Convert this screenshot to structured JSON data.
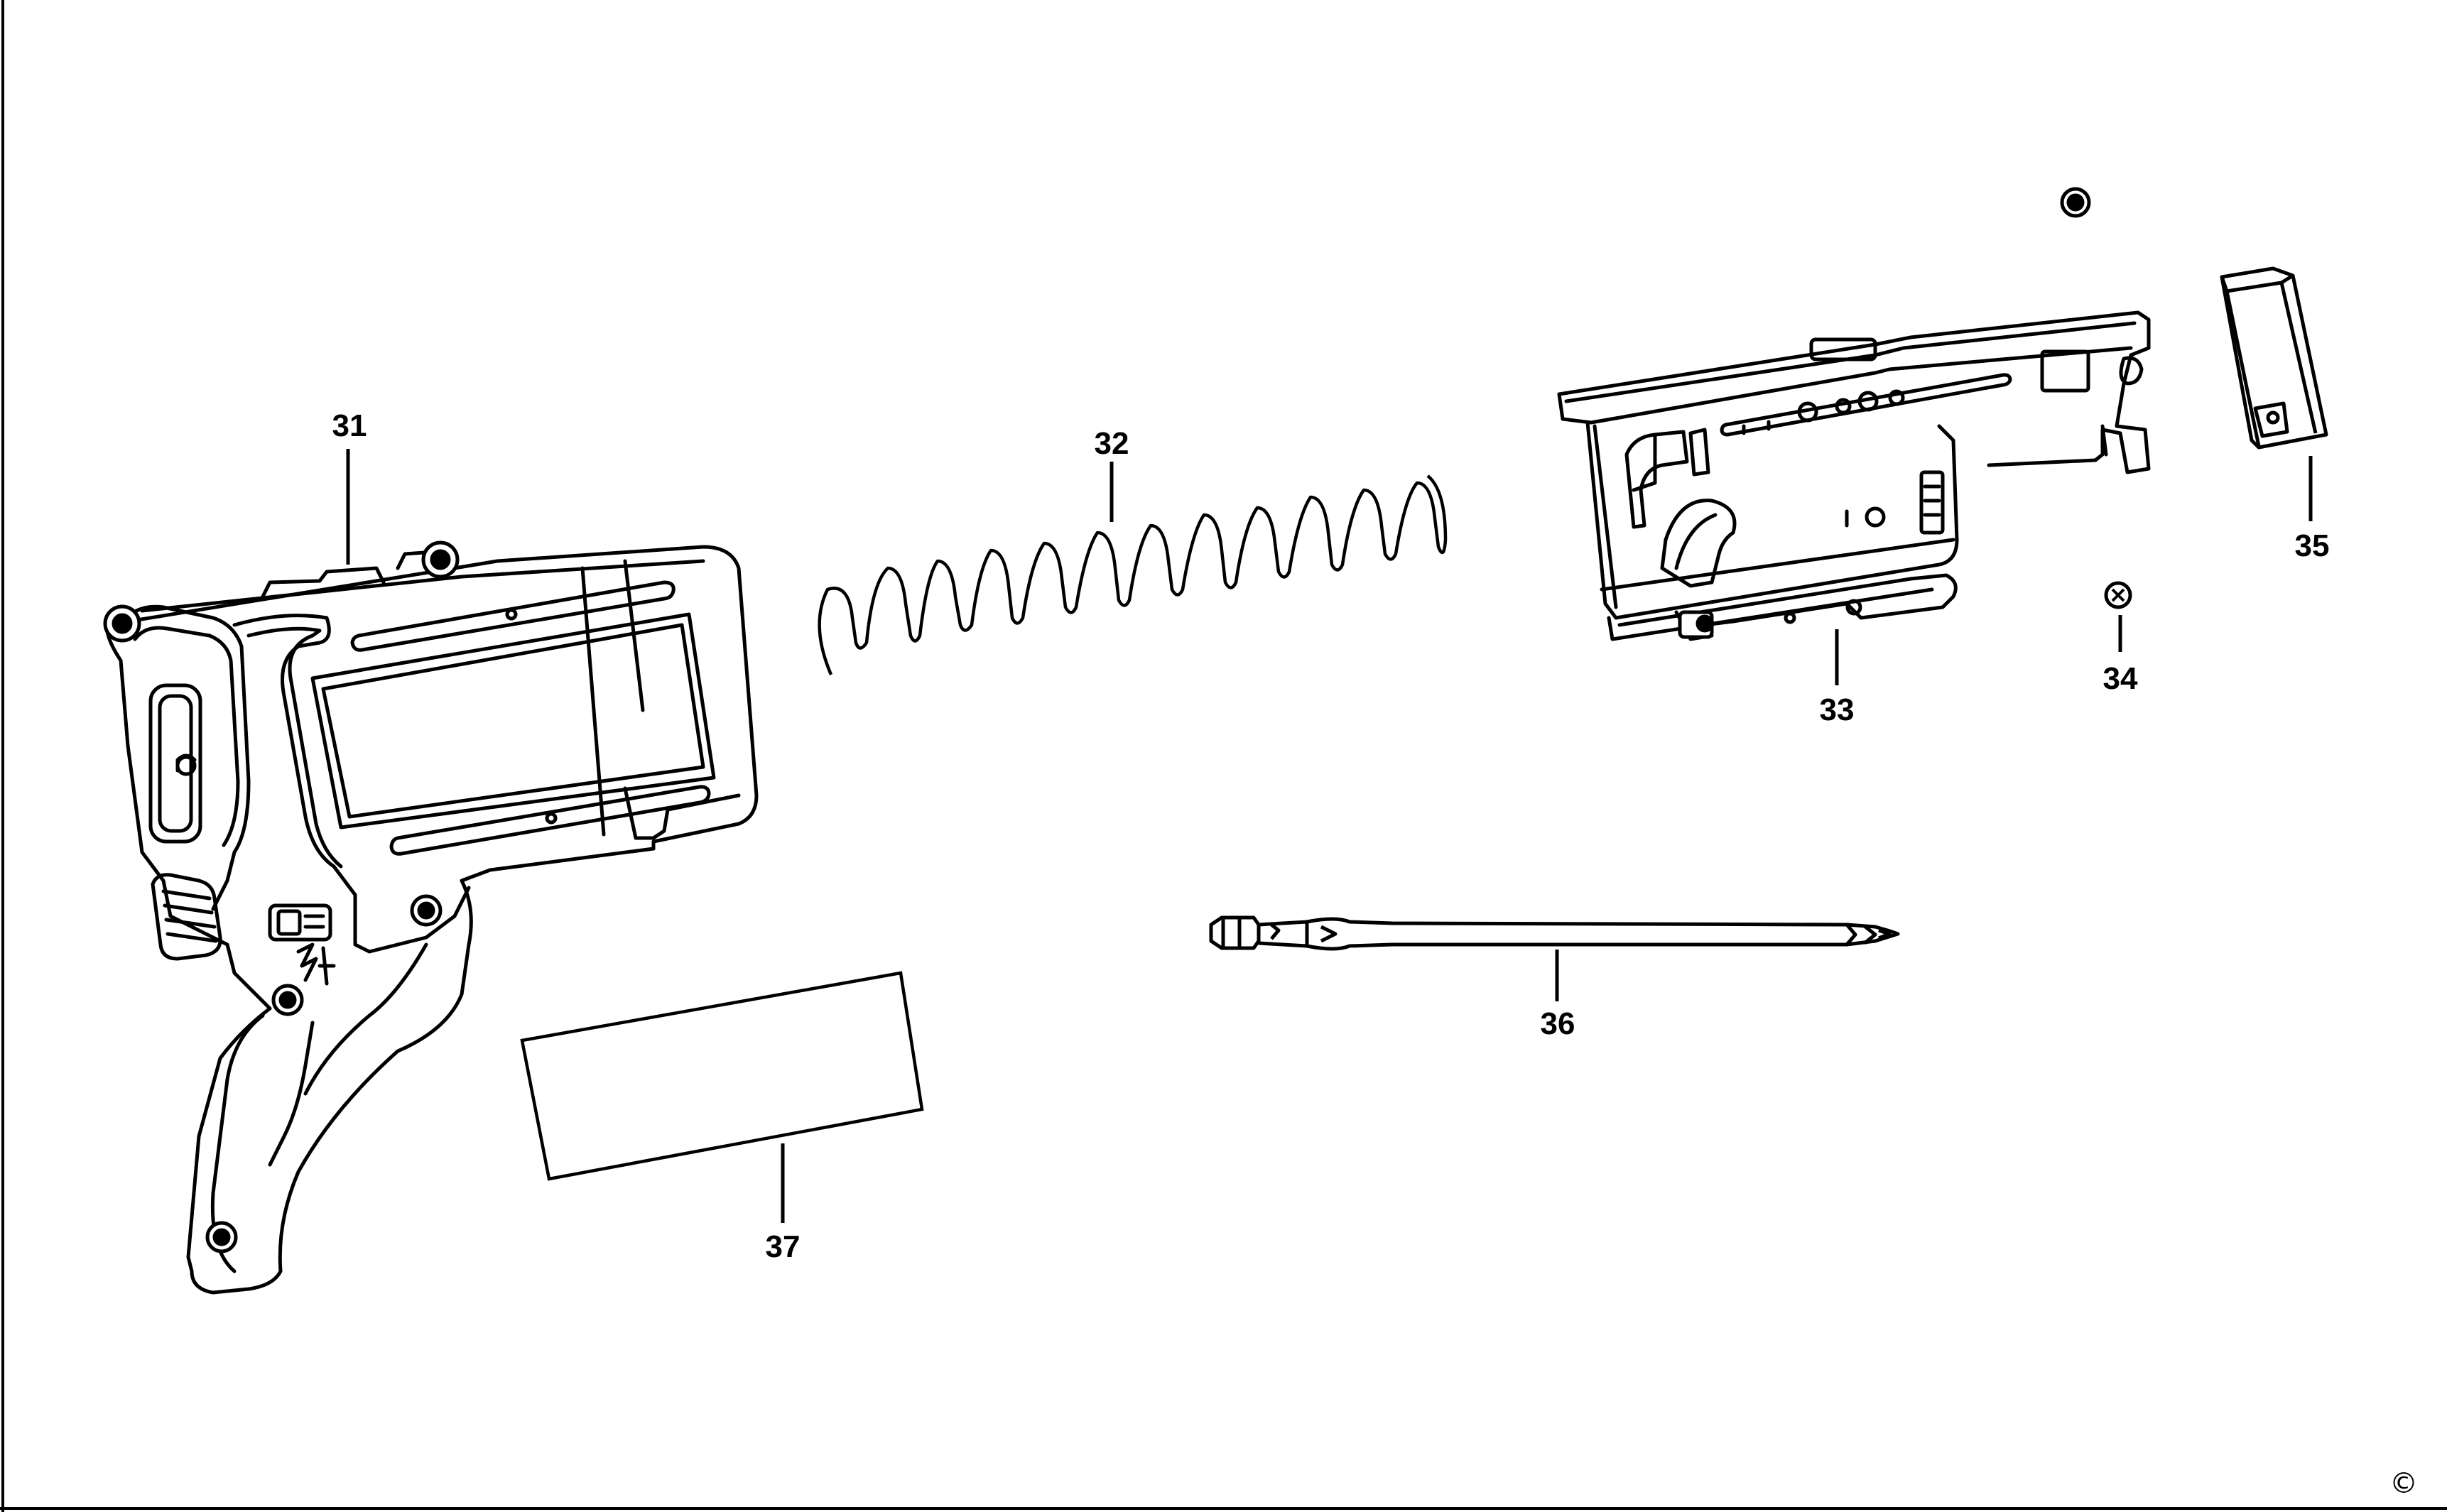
{
  "diagram": {
    "labels": {
      "p31": "31",
      "p32": "32",
      "p33": "33",
      "p34": "34",
      "p35": "35",
      "p36": "36",
      "p37": "37"
    },
    "copyright": "©"
  },
  "colors": {
    "line": "#000000",
    "background": "#ffffff"
  }
}
